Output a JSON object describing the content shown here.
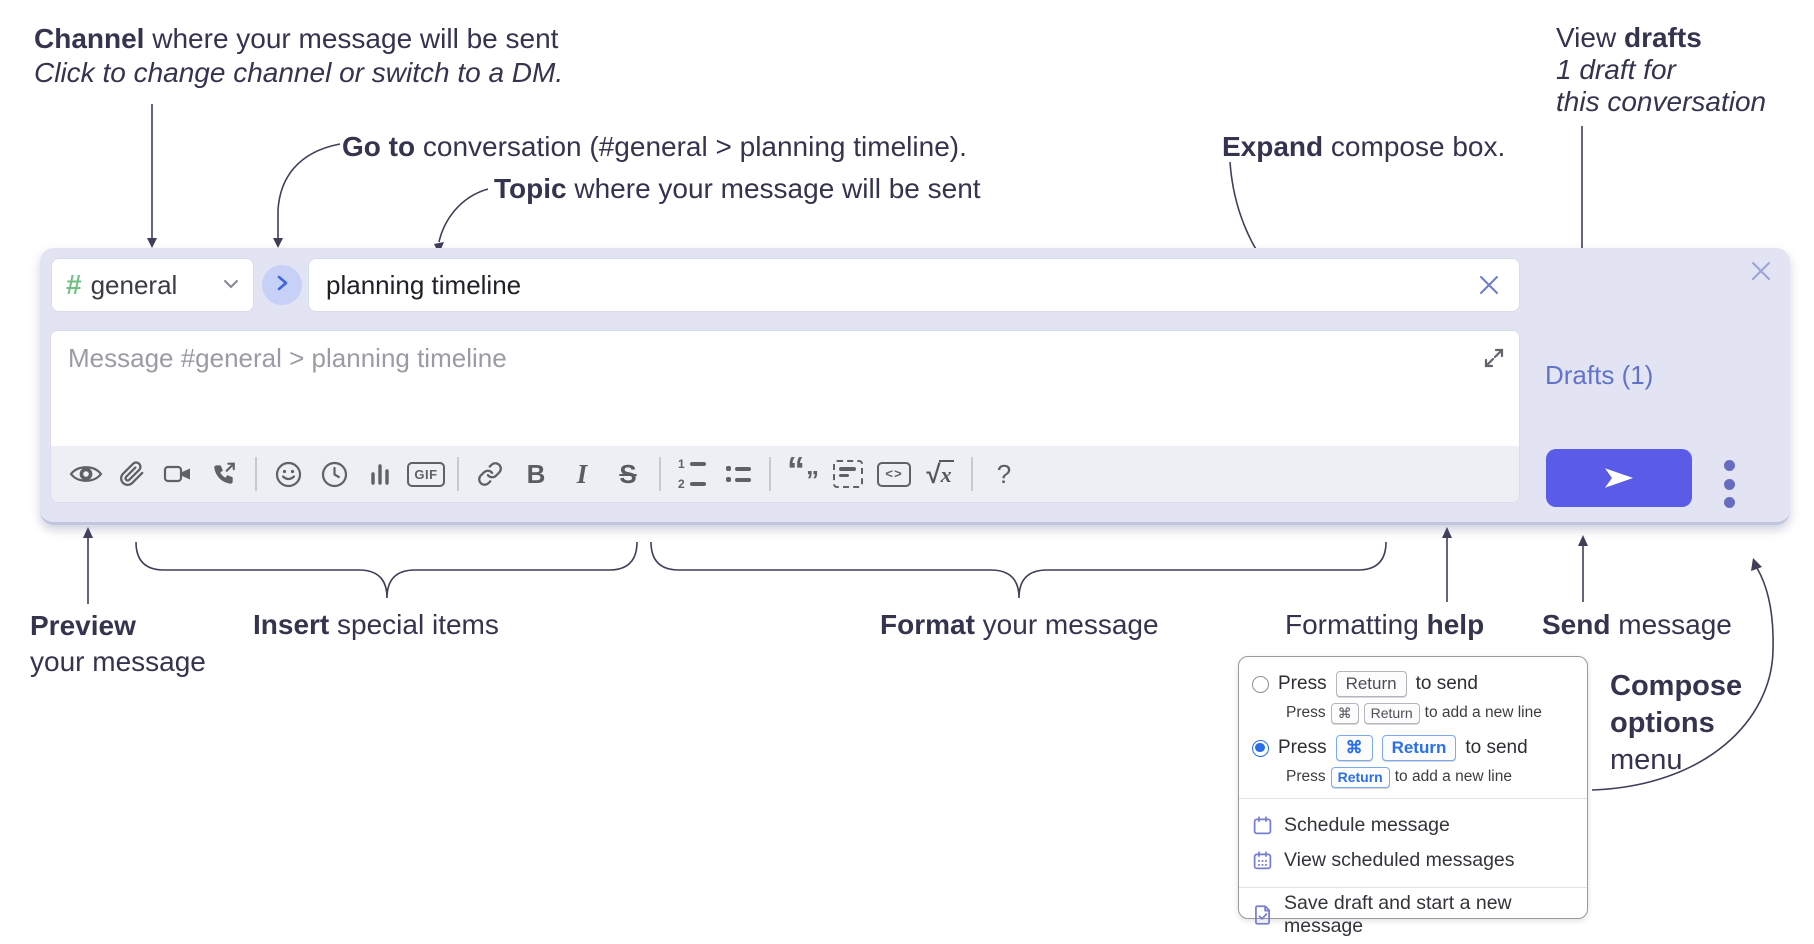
{
  "annotations": {
    "channel": {
      "b": "Channel",
      "r": " where your message will be sent",
      "i": "Click to change channel or switch to a DM."
    },
    "goto": {
      "b": "Go to",
      "r": " conversation (#general > planning timeline)."
    },
    "topic": {
      "b": "Topic",
      "r": " where your message will be sent"
    },
    "expand": {
      "b": "Expand",
      "r": " compose box."
    },
    "drafts": {
      "pre": "View ",
      "b": "drafts",
      "l2": "1 draft for",
      "l3": "this conversation"
    },
    "preview": {
      "b": "Preview",
      "l2": "your message"
    },
    "insert": {
      "b": "Insert",
      "r": " special items"
    },
    "format": {
      "b": "Format",
      "r": " your message"
    },
    "help": {
      "pre": "Formatting ",
      "b": "help"
    },
    "send": {
      "b": "Send",
      "r": " message"
    },
    "compose_options": {
      "l1": "Compose",
      "l2": "options",
      "l3": "menu"
    }
  },
  "compose": {
    "channel": {
      "hash": "#",
      "name": "general"
    },
    "topic": {
      "value": "planning timeline"
    },
    "message": {
      "placeholder": "Message #general > planning timeline"
    },
    "drafts_link": "Drafts (1)"
  },
  "toolbar": {
    "gif": "GIF",
    "bold": "B",
    "italic": "I",
    "strike": "S",
    "ol1": "1",
    "ol2": "2",
    "quote_open": "“",
    "quote_close": "”",
    "code": "<>",
    "math_root": "√",
    "math_var": "x",
    "help": "?"
  },
  "menu": {
    "opt1": {
      "press": "Press",
      "key": "Return",
      "tail": "to send"
    },
    "opt1_sub": {
      "press": "Press",
      "key1": "⌘",
      "key2": "Return",
      "tail": "to add a new line"
    },
    "opt2": {
      "press": "Press",
      "key1": "⌘",
      "key2": "Return",
      "tail": "to send"
    },
    "opt2_sub": {
      "press": "Press",
      "key": "Return",
      "tail": "to add a new line"
    },
    "items": {
      "schedule": "Schedule message",
      "view_scheduled": "View scheduled messages",
      "save_draft": "Save draft and start a new message"
    }
  },
  "colors": {
    "accent_send": "#5a5be6",
    "drafts_link": "#6273c8",
    "kbd_blue": "#2a6fe8",
    "channel_hash_green": "#6fc183",
    "menu_icon_purple": "#797dd2",
    "box_lavender": "#e2e4f3"
  }
}
